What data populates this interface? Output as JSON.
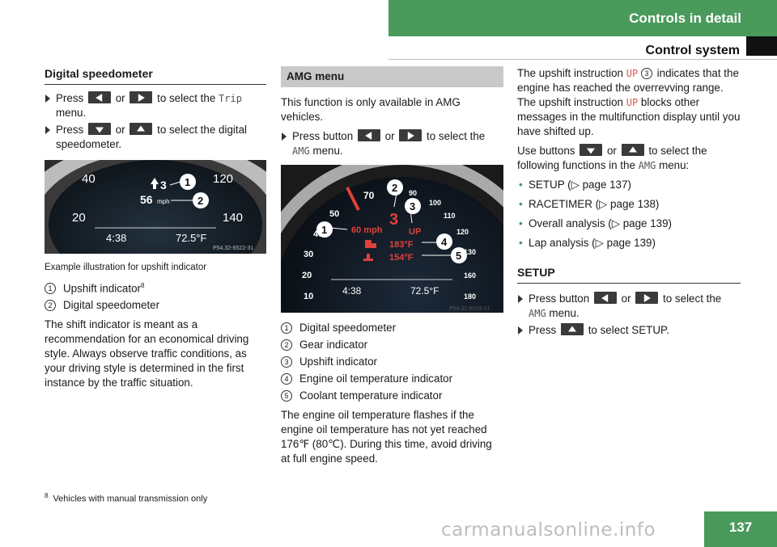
{
  "header": {
    "section": "Controls in detail",
    "subsection": "Control system",
    "accent_color": "#4a9a5c"
  },
  "col1": {
    "title": "Digital speedometer",
    "step1": {
      "a": "Press",
      "b": "or",
      "c": "to select the",
      "trip": "Trip",
      "d": "menu."
    },
    "step2": {
      "a": "Press",
      "b": "or",
      "c": "to select the digital speedometer."
    },
    "figure": {
      "speeds": [
        "40",
        "20",
        "120",
        "140"
      ],
      "gear": "3",
      "speed": "56",
      "unit": "mph",
      "time": "4:38",
      "temp": "72.5°F",
      "code": "P54.32-6522-31",
      "callouts": [
        "1",
        "2"
      ]
    },
    "caption": "Example illustration for upshift indicator",
    "legend": [
      {
        "n": "1",
        "text": "Upshift indicator",
        "sup": "8"
      },
      {
        "n": "2",
        "text": "Digital speedometer",
        "sup": ""
      }
    ],
    "body": "The shift indicator is meant as a recommendation for an economical driving style. Always observe traffic conditions, as your driving style is determined in the first instance by the traffic situation."
  },
  "col2": {
    "title": "AMG menu",
    "intro": "This function is only available in AMG vehicles.",
    "step": {
      "a": "Press button",
      "b": "or",
      "c": "to select the",
      "amg": "AMG",
      "d": "menu."
    },
    "figure": {
      "left_scale": [
        "50",
        "40",
        "30",
        "20",
        "10"
      ],
      "right_scale": [
        "90",
        "100",
        "110",
        "120",
        "130",
        "160",
        "180"
      ],
      "top_scale": [
        "70"
      ],
      "speed": "60 mph",
      "gear": "3",
      "up": "UP",
      "oil": "183°F",
      "coolant": "154°F",
      "time": "4:38",
      "temp": "72.5°F",
      "code": "P54.32-6033-31",
      "callouts": [
        "1",
        "2",
        "3",
        "4",
        "5"
      ]
    },
    "legend": [
      {
        "n": "1",
        "text": "Digital speedometer"
      },
      {
        "n": "2",
        "text": "Gear indicator"
      },
      {
        "n": "3",
        "text": "Upshift indicator"
      },
      {
        "n": "4",
        "text": "Engine oil temperature indicator"
      },
      {
        "n": "5",
        "text": "Coolant temperature indicator"
      }
    ],
    "body": "The engine oil temperature flashes if the engine oil temperature has not yet reached 176℉ (80℃). During this time, avoid driving at full engine speed."
  },
  "col3": {
    "p1": {
      "a": "The upshift instruction",
      "up": "UP",
      "n": "3",
      "b": "indicates that the engine has reached the overrevving range. The upshift instruction",
      "up2": "UP",
      "c": "blocks other messages in the multifunction display until you have shifted up."
    },
    "p2": {
      "a": "Use buttons",
      "b": "or",
      "c": "to select the following functions in the",
      "amg": "AMG",
      "d": "menu:"
    },
    "bullets": [
      "SETUP (▷ page 137)",
      "RACETIMER (▷ page 138)",
      "Overall analysis (▷ page 139)",
      "Lap analysis (▷ page 139)"
    ],
    "setup_title": "SETUP",
    "step1": {
      "a": "Press button",
      "b": "or",
      "c": "to select the",
      "amg": "AMG",
      "d": "menu."
    },
    "step2": {
      "a": "Press",
      "b": "to select SETUP."
    }
  },
  "footnote": {
    "n": "8",
    "text": "Vehicles with manual transmission only"
  },
  "page_number": "137",
  "watermark": "carmanualsonline.info"
}
